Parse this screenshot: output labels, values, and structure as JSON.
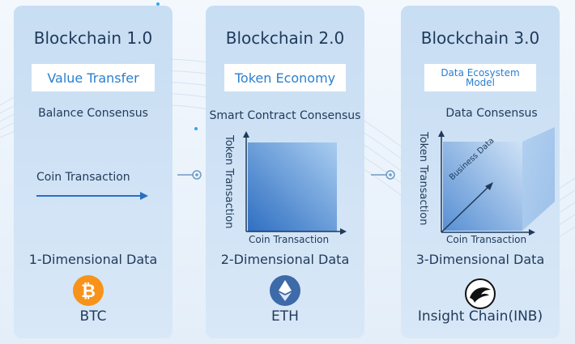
{
  "panels": [
    {
      "title": "Blockchain 1.0",
      "subtitle": "Value Transfer",
      "consensus": "Balance Consensus",
      "axis_x": "Coin Transaction",
      "dimension": "1-Dimensional Data",
      "coin": "BTC",
      "logo_icon": "bitcoin-icon"
    },
    {
      "title": "Blockchain 2.0",
      "subtitle": "Token Economy",
      "consensus": "Smart Contract Consensus",
      "axis_x": "Coin Transaction",
      "axis_y": "Token Transaction",
      "dimension": "2-Dimensional Data",
      "coin": "ETH",
      "logo_icon": "ethereum-icon"
    },
    {
      "title": "Blockchain 3.0",
      "subtitle": "Data Ecosystem Model",
      "consensus": "Data Consensus",
      "axis_x": "Coin Transaction",
      "axis_y": "Token Transaction",
      "axis_z": "Business Data",
      "dimension": "3-Dimensional Data",
      "coin": "Insight Chain(INB)",
      "logo_icon": "insight-chain-eagle-icon"
    }
  ],
  "colors": {
    "title": "#1f3a5a",
    "accent": "#2a7fd0",
    "bitcoin": "#f7931a",
    "ethereum": "#3d6aa8",
    "insight": "#111111"
  }
}
